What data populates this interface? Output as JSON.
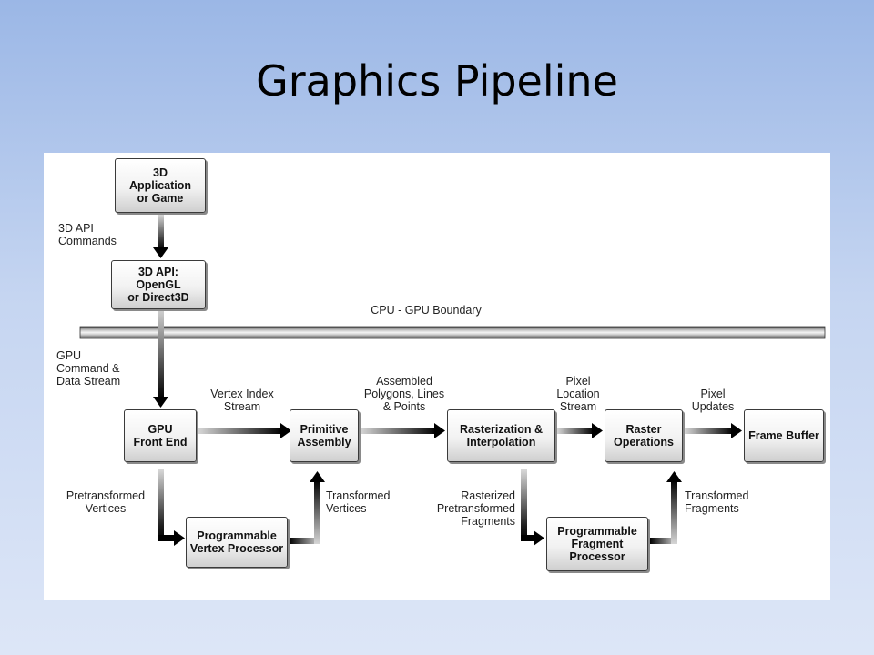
{
  "slide": {
    "title": "Graphics Pipeline"
  },
  "diagram": {
    "nodes": {
      "app": "3D\nApplication\nor Game",
      "api": "3D API:\nOpenGL\nor Direct3D",
      "front_end": "GPU\nFront End",
      "primitive_assembly": "Primitive\nAssembly",
      "rasterization": "Rasterization &\nInterpolation",
      "raster_ops": "Raster\nOperations",
      "frame_buffer": "Frame Buffer",
      "vertex_processor": "Programmable\nVertex Processor",
      "fragment_processor": "Programmable\nFragment\nProcessor"
    },
    "labels": {
      "api_commands": "3D API\nCommands",
      "boundary": "CPU - GPU Boundary",
      "gpu_command_stream": "GPU\nCommand &\nData Stream",
      "vertex_index_stream": "Vertex Index\nStream",
      "assembled_primitives": "Assembled\nPolygons, Lines\n& Points",
      "pixel_location_stream": "Pixel\nLocation\nStream",
      "pixel_updates": "Pixel\nUpdates",
      "pretransformed_vertices": "Pretransformed\nVertices",
      "transformed_vertices": "Transformed\nVertices",
      "rasterized_fragments": "Rasterized\nPretransformed\nFragments",
      "transformed_fragments": "Transformed\nFragments"
    }
  }
}
